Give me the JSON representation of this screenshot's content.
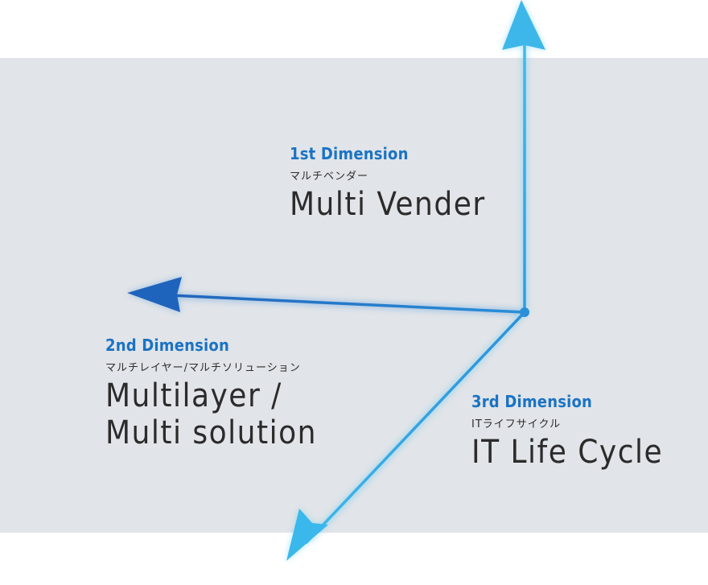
{
  "colors": {
    "panel_bg": "#e1e4e8",
    "axis_blue": "#2a9ee0",
    "axis_light": "#3bb8ea",
    "title_blue": "#1a73c4",
    "text_dark": "#2b2b2b"
  },
  "dimensions": [
    {
      "title": "1st Dimension",
      "kana": "マルチベンダー",
      "name_lines": [
        "Multi Vender"
      ]
    },
    {
      "title": "2nd Dimension",
      "kana": "マルチレイヤー/マルチソリューション",
      "name_lines": [
        "Multilayer /",
        "Multi solution"
      ]
    },
    {
      "title": "3rd Dimension",
      "kana": "ITライフサイクル",
      "name_lines": [
        "IT Life Cycle"
      ]
    }
  ]
}
